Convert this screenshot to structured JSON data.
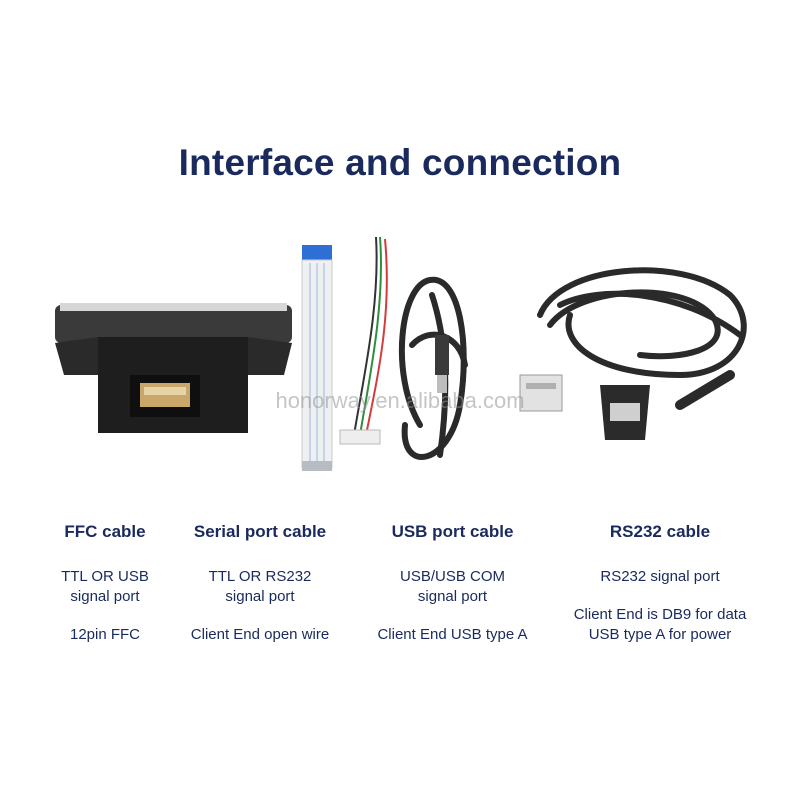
{
  "title": "Interface and connection",
  "watermark": "honorway.en.alibaba.com",
  "items": [
    {
      "name": "FFC cable",
      "line1": "TTL OR USB\nsignal port",
      "line2": "12pin FFC"
    },
    {
      "name": "Serial port cable",
      "line1": "TTL OR RS232\nsignal port",
      "line2": "Client End open wire"
    },
    {
      "name": "USB port cable",
      "line1": "USB/USB COM\nsignal port",
      "line2": "Client End USB type A"
    },
    {
      "name": "RS232 cable",
      "line1": "RS232 signal port",
      "line2": "Client End is DB9 for data\nUSB type A for power"
    }
  ],
  "colors": {
    "title": "#1a2a5c",
    "device": "#1d1d1d",
    "cable": "#2a2a2a",
    "ffc_blue": "#2e6fd6"
  }
}
